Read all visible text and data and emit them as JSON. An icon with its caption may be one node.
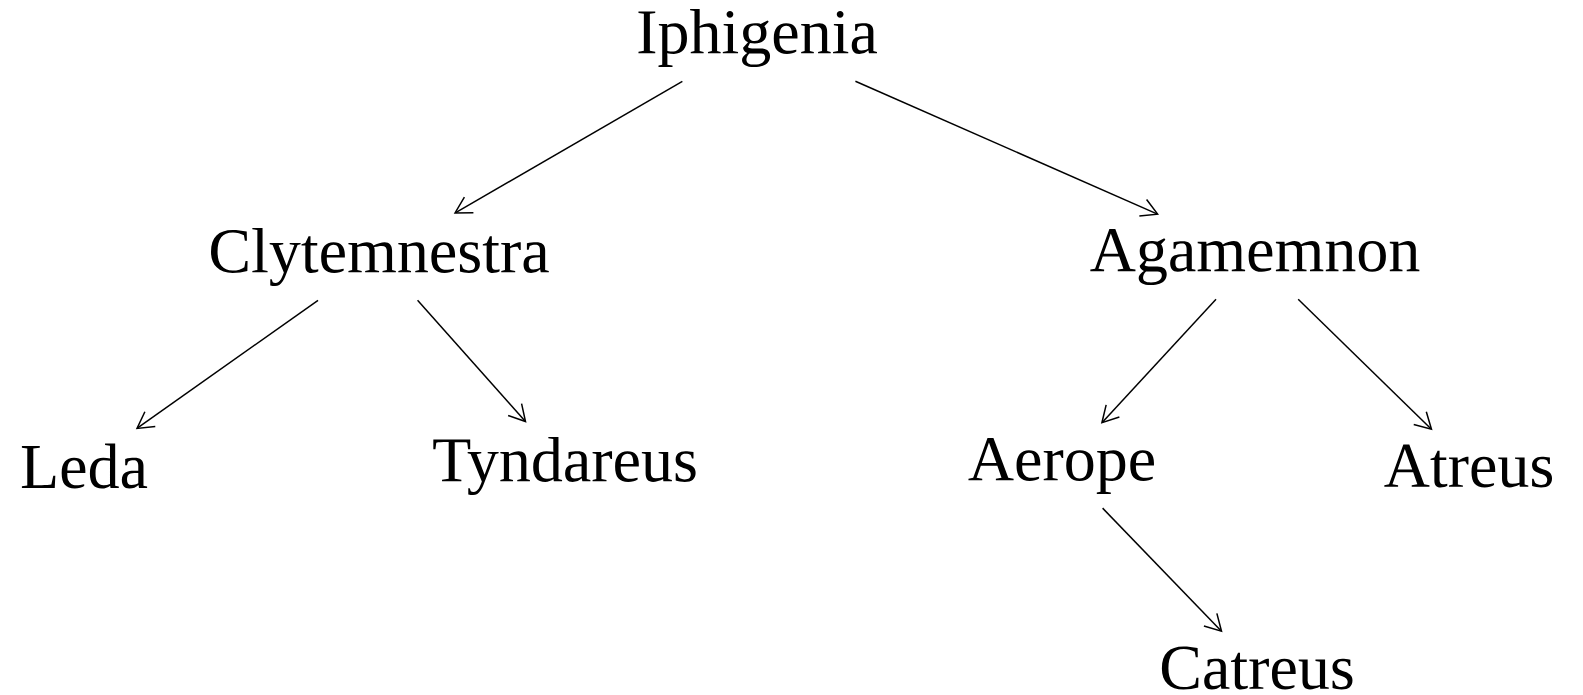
{
  "diagram": {
    "nodes": [
      {
        "text": [
          "Iphigenia"
        ]
      },
      {
        "text": [
          "Clytemnestra"
        ]
      },
      {
        "text": [
          "Agamemnon"
        ]
      },
      {
        "text": [
          "Leda"
        ]
      },
      {
        "text": [
          "Tyndareus"
        ]
      },
      {
        "text": [
          "Aerope"
        ]
      },
      {
        "text": [
          "Atreus"
        ]
      },
      {
        "text": [
          "Catreus"
        ]
      }
    ],
    "edges": [
      {
        "from": 0,
        "to": 1,
        "arrow": "to"
      },
      {
        "from": 0,
        "to": 2,
        "arrow": "to"
      },
      {
        "from": 1,
        "to": 3,
        "arrow": "to"
      },
      {
        "from": 1,
        "to": 4,
        "arrow": "to"
      },
      {
        "from": 2,
        "to": 5,
        "arrow": "to"
      },
      {
        "from": 2,
        "to": 6,
        "arrow": "to"
      },
      {
        "from": 5,
        "to": 7,
        "arrow": "to"
      }
    ]
  }
}
